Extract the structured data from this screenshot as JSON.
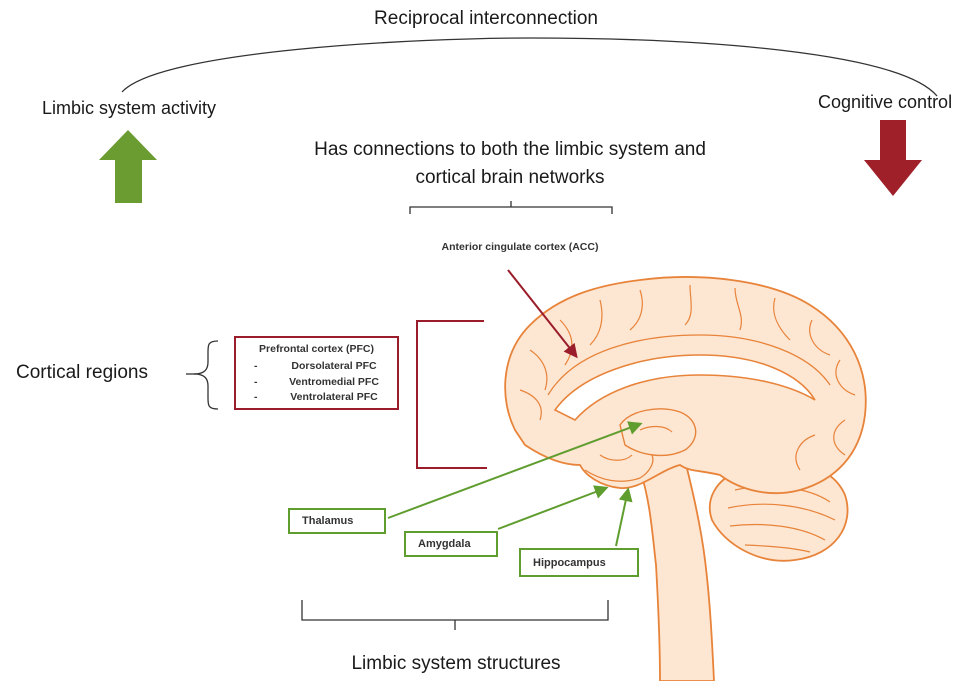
{
  "top_label": "Reciprocal interconnection",
  "left_label": "Limbic system activity",
  "right_label": "Cognitive control",
  "acc_description": "Has connections to both the limbic system and cortical brain networks",
  "acc_label": "Anterior cingulate cortex (ACC)",
  "cortical_label": "Cortical regions",
  "pfc": {
    "title": "Prefrontal cortex (PFC)",
    "bullet": "-",
    "items": [
      "Dorsolateral PFC",
      "Ventromedial PFC",
      "Ventrolateral PFC"
    ]
  },
  "limbic_structures": [
    "Thalamus",
    "Amygdala",
    "Hippocampus"
  ],
  "bottom_label": "Limbic system structures",
  "colors": {
    "up_arrow": "#6a9c32",
    "down_arrow": "#a0202a",
    "cortical_frame": "#9b1c2a",
    "limbic_frame": "#5f9d2f",
    "brain_outline": "#e8833a",
    "brain_fill": "#fde6d2"
  }
}
